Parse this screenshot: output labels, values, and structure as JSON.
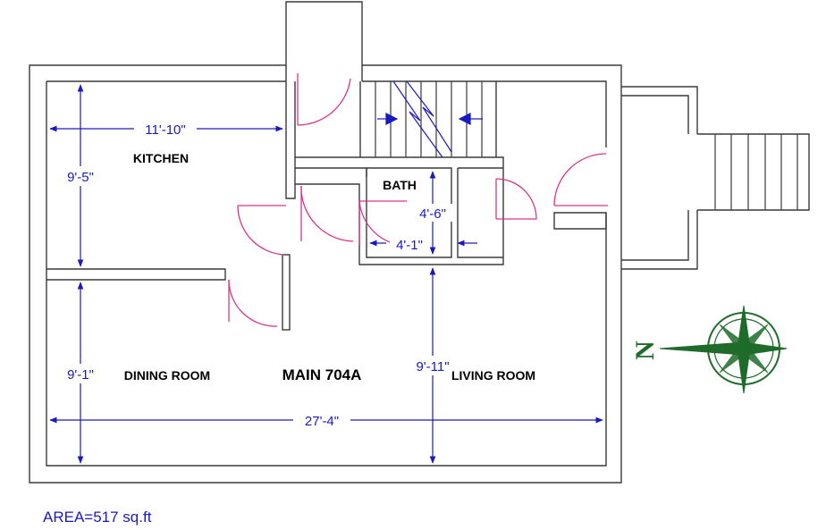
{
  "colors": {
    "wall": "#3a3a3a",
    "door": "#d6368f",
    "dimension": "#1a1ac0",
    "compass": "#1f6b2a",
    "background": "#ffffff"
  },
  "rooms": {
    "kitchen": "KITCHEN",
    "bath": "BATH",
    "dining": "DINING ROOM",
    "living": "LIVING ROOM",
    "unit": "MAIN 704A"
  },
  "dimensions": {
    "kitchen_width": "11'-10\"",
    "kitchen_depth": "9'-5\"",
    "bath_depth": "4'-6\"",
    "bath_width": "4'-1\"",
    "dining_depth": "9'-1\"",
    "living_depth": "9'-11\"",
    "overall_width": "27'-4\""
  },
  "compass": {
    "north_label": "N",
    "icon": "compass-rose-icon"
  },
  "area": {
    "text": "AREA=517  sq.ft"
  }
}
